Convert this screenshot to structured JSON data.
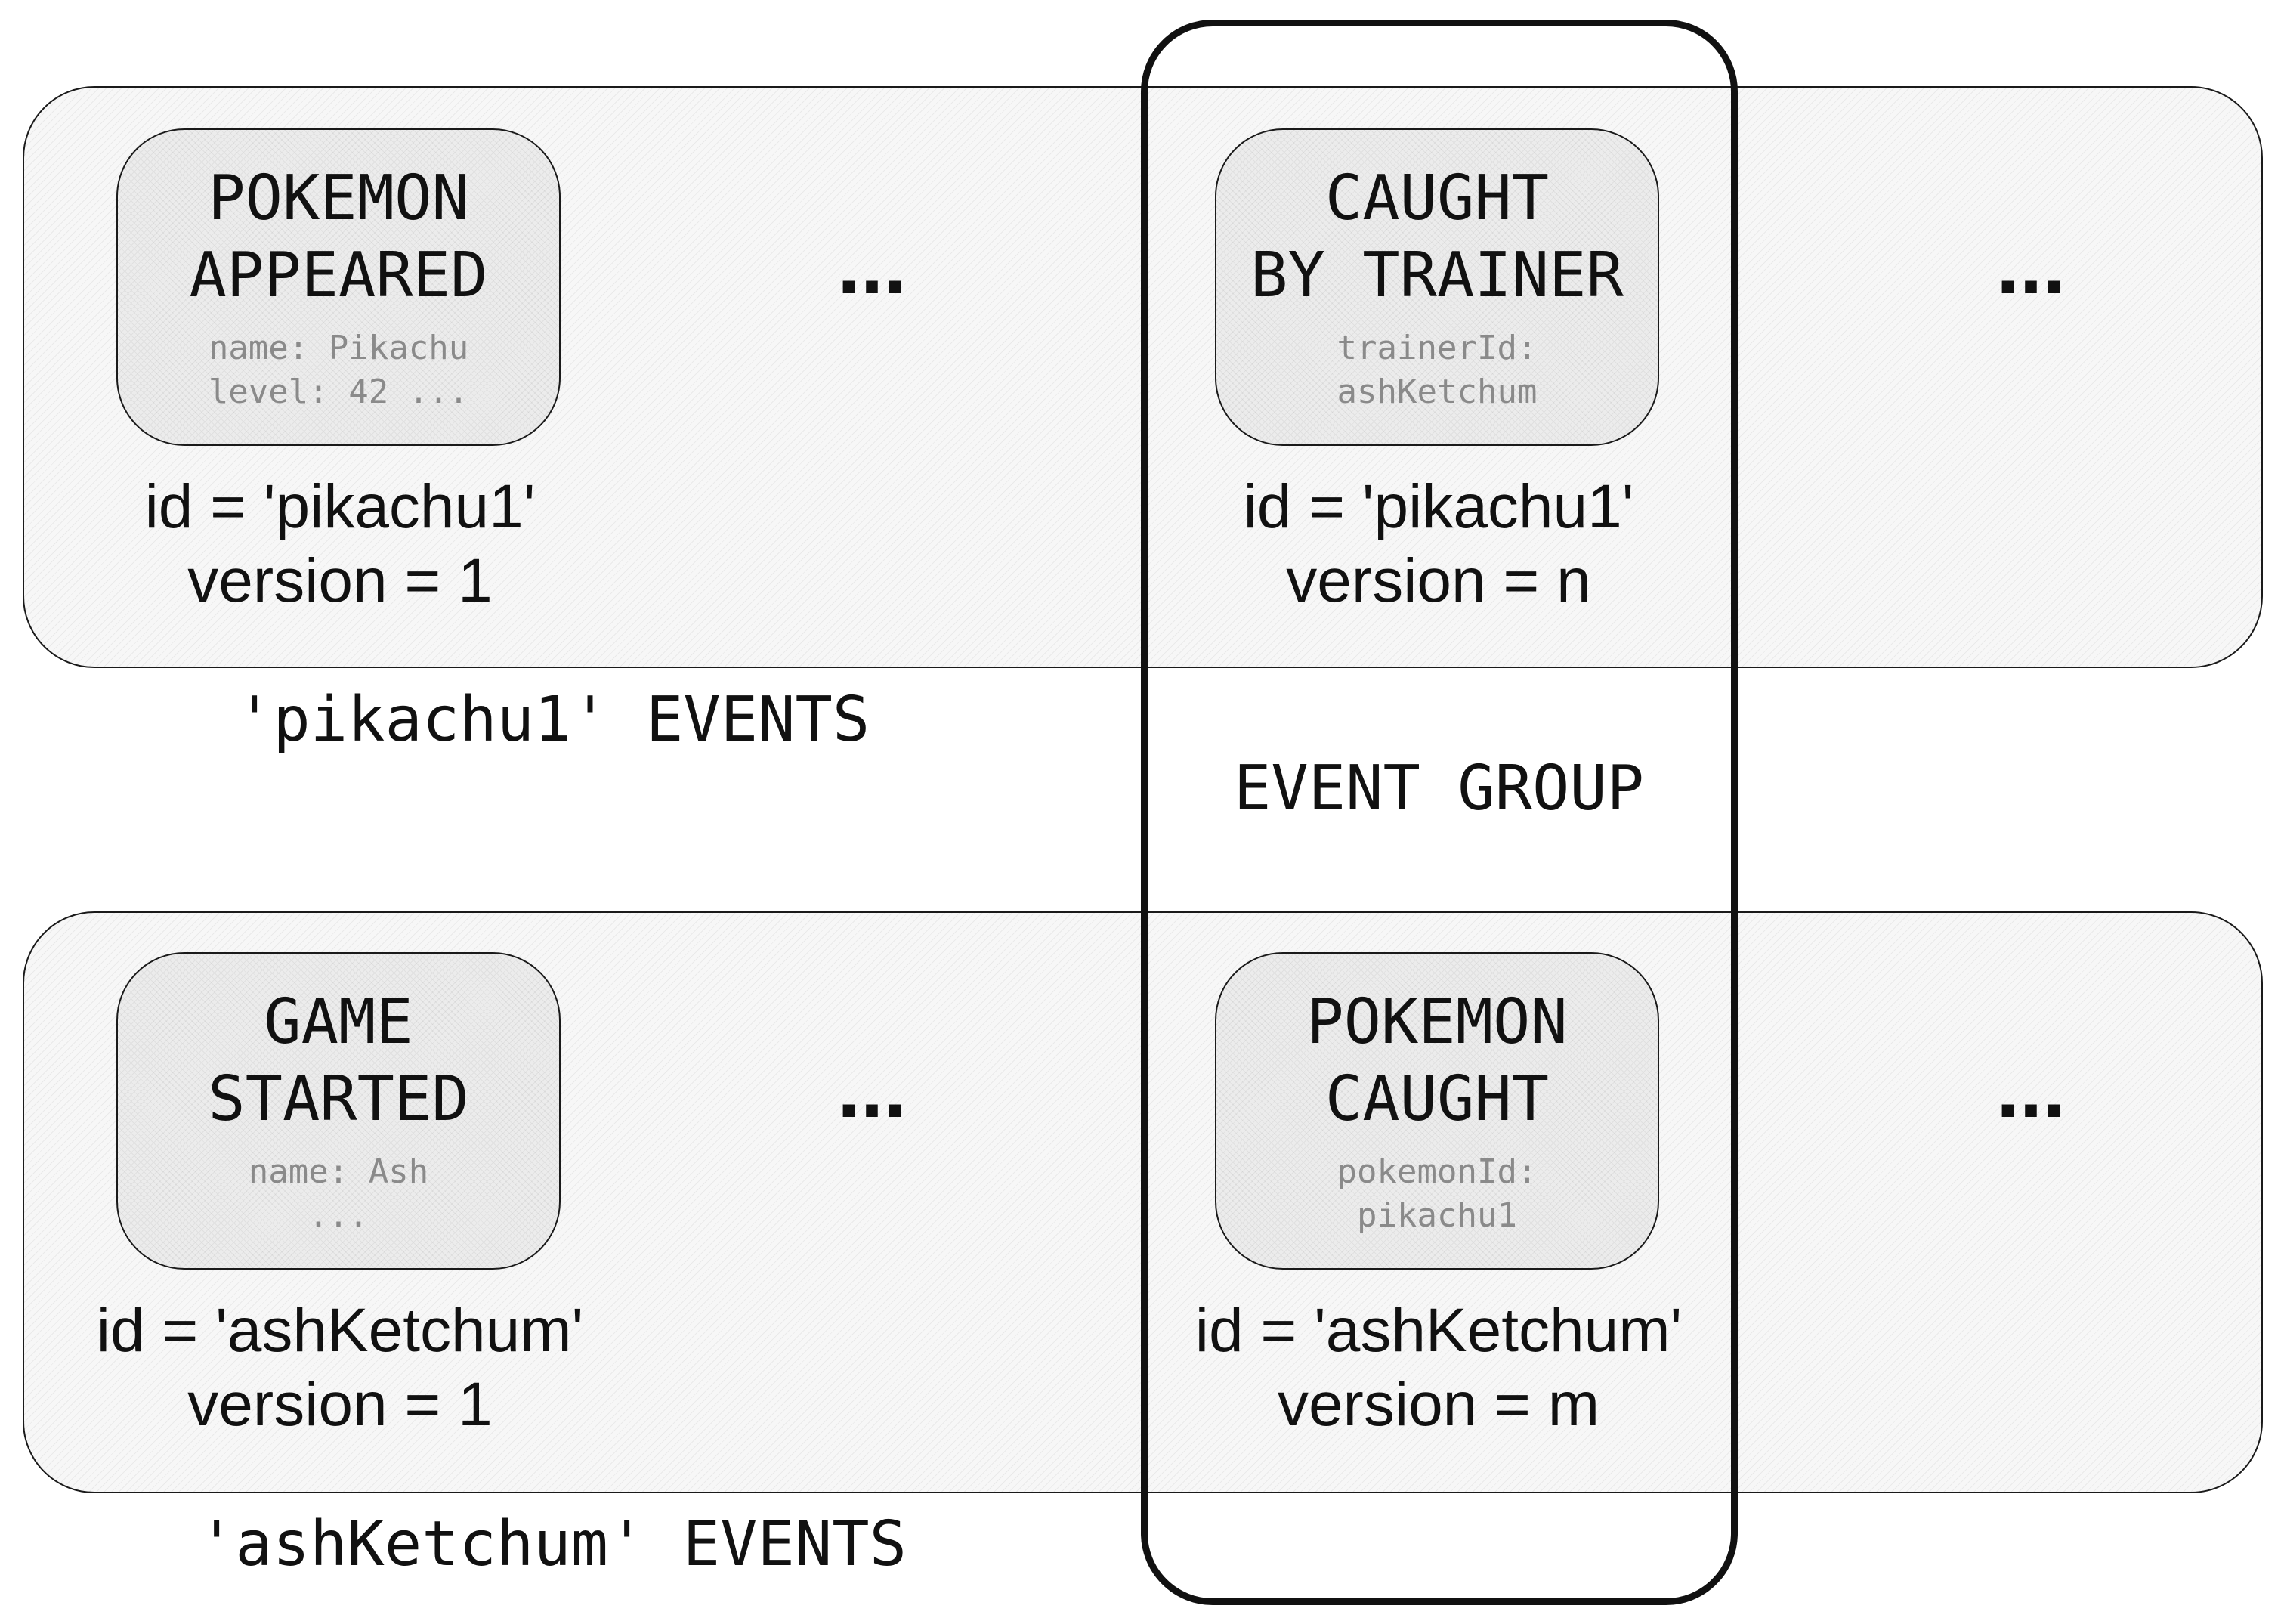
{
  "streams": {
    "pikachu": {
      "label": "'pikachu1' EVENTS",
      "first_event": {
        "title": "POKEMON\nAPPEARED",
        "detail": "name: Pikachu\nlevel: 42 ...",
        "id_line": "id = 'pikachu1'",
        "version_line": "version = 1"
      },
      "group_event": {
        "title": "CAUGHT\nBY TRAINER",
        "detail": "trainerId:\nashKetchum",
        "id_line": "id = 'pikachu1'",
        "version_line": "version = n"
      },
      "ellipsis_mid": "...",
      "ellipsis_end": "..."
    },
    "ash": {
      "label": "'ashKetchum' EVENTS",
      "first_event": {
        "title": "GAME\nSTARTED",
        "detail": "name: Ash\n...",
        "id_line": "id = 'ashKetchum'",
        "version_line": "version = 1"
      },
      "group_event": {
        "title": "POKEMON\nCAUGHT",
        "detail": "pokemonId:\npikachu1",
        "id_line": "id = 'ashKetchum'",
        "version_line": "version = m"
      },
      "ellipsis_mid": "...",
      "ellipsis_end": "..."
    }
  },
  "event_group": {
    "label": "EVENT GROUP"
  }
}
